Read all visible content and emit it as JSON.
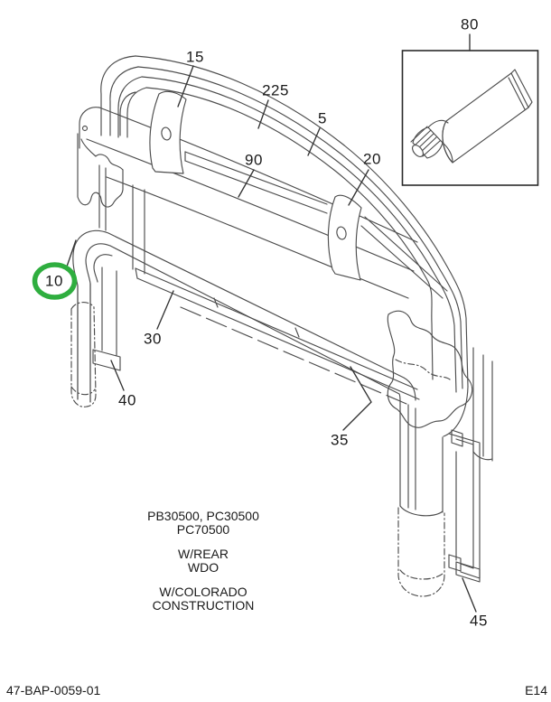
{
  "callouts": [
    {
      "id": "15",
      "label": "15"
    },
    {
      "id": "225",
      "label": "225"
    },
    {
      "id": "5",
      "label": "5"
    },
    {
      "id": "90",
      "label": "90"
    },
    {
      "id": "20",
      "label": "20"
    },
    {
      "id": "80",
      "label": "80"
    },
    {
      "id": "10",
      "label": "10"
    },
    {
      "id": "30",
      "label": "30"
    },
    {
      "id": "40",
      "label": "40"
    },
    {
      "id": "35",
      "label": "35"
    },
    {
      "id": "45",
      "label": "45"
    }
  ],
  "center_text": {
    "models_line1": "PB30500, PC30500",
    "models_line2": "PC70500",
    "option_line1": "W/REAR",
    "option_line2": "WDO",
    "construction_line1": "W/COLORADO",
    "construction_line2": "CONSTRUCTION"
  },
  "footer": {
    "left": "47-BAP-0059-01",
    "right": "E14"
  },
  "colors": {
    "highlight_green": "#2fae3f",
    "line": "#4d4d4d",
    "text": "#1a1a1a",
    "background": "#ffffff"
  }
}
